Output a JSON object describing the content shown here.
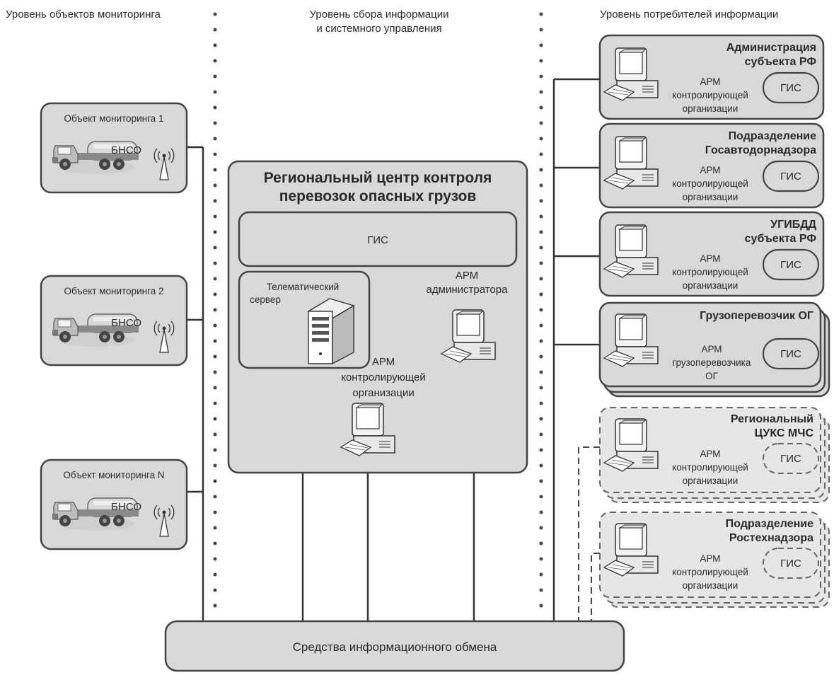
{
  "levels": {
    "objects": "Уровень объектов мониторинга",
    "collection_line1": "Уровень сбора информации",
    "collection_line2": "и системного управления",
    "consumers": "Уровень потребителей информации"
  },
  "objects": [
    {
      "title": "Объект мониторинга 1",
      "device": "БНСО"
    },
    {
      "title": "Объект мониторинга 2",
      "device": "БНСО"
    },
    {
      "title": "Объект мониторинга N",
      "device": "БНСО"
    }
  ],
  "center": {
    "title_line1": "Региональный центр контроля",
    "title_line2": "перевозок опасных грузов",
    "gis": "ГИС",
    "server_line1": "Телематический",
    "server_line2": "сервер",
    "admin_line1": "АРМ",
    "admin_line2": "администратора",
    "control_line1": "АРМ",
    "control_line2": "контролирующей",
    "control_line3": "организации"
  },
  "consumers": [
    {
      "title_line1": "Администрация",
      "title_line2": "субъекта РФ",
      "arm_line1": "АРМ",
      "arm_line2": "контролирующей",
      "arm_line3": "организации",
      "gis": "ГИС"
    },
    {
      "title_line1": "Подразделение",
      "title_line2": "Госавтодорнадзора",
      "arm_line1": "АРМ",
      "arm_line2": "контролирующей",
      "arm_line3": "организации",
      "gis": "ГИС"
    },
    {
      "title_line1": "УГИБДД",
      "title_line2": "субъекта РФ",
      "arm_line1": "АРМ",
      "arm_line2": "контролирующей",
      "arm_line3": "организации",
      "gis": "ГИС"
    },
    {
      "title_line1": "Грузоперевозчик ОГ",
      "title_line2": "",
      "arm_line1": "АРМ",
      "arm_line2": "грузоперевозчика",
      "arm_line3": "ОГ",
      "gis": "ГИС"
    },
    {
      "title_line1": "Региональный",
      "title_line2": "ЦУКС МЧС",
      "arm_line1": "АРМ",
      "arm_line2": "контролирующей",
      "arm_line3": "организации",
      "gis": "ГИС"
    },
    {
      "title_line1": "Подразделение",
      "title_line2": "Ростехнадзора",
      "arm_line1": "АРМ",
      "arm_line2": "контролирующей",
      "arm_line3": "организации",
      "gis": "ГИС"
    }
  ],
  "exchange": "Средства информационного обмена"
}
